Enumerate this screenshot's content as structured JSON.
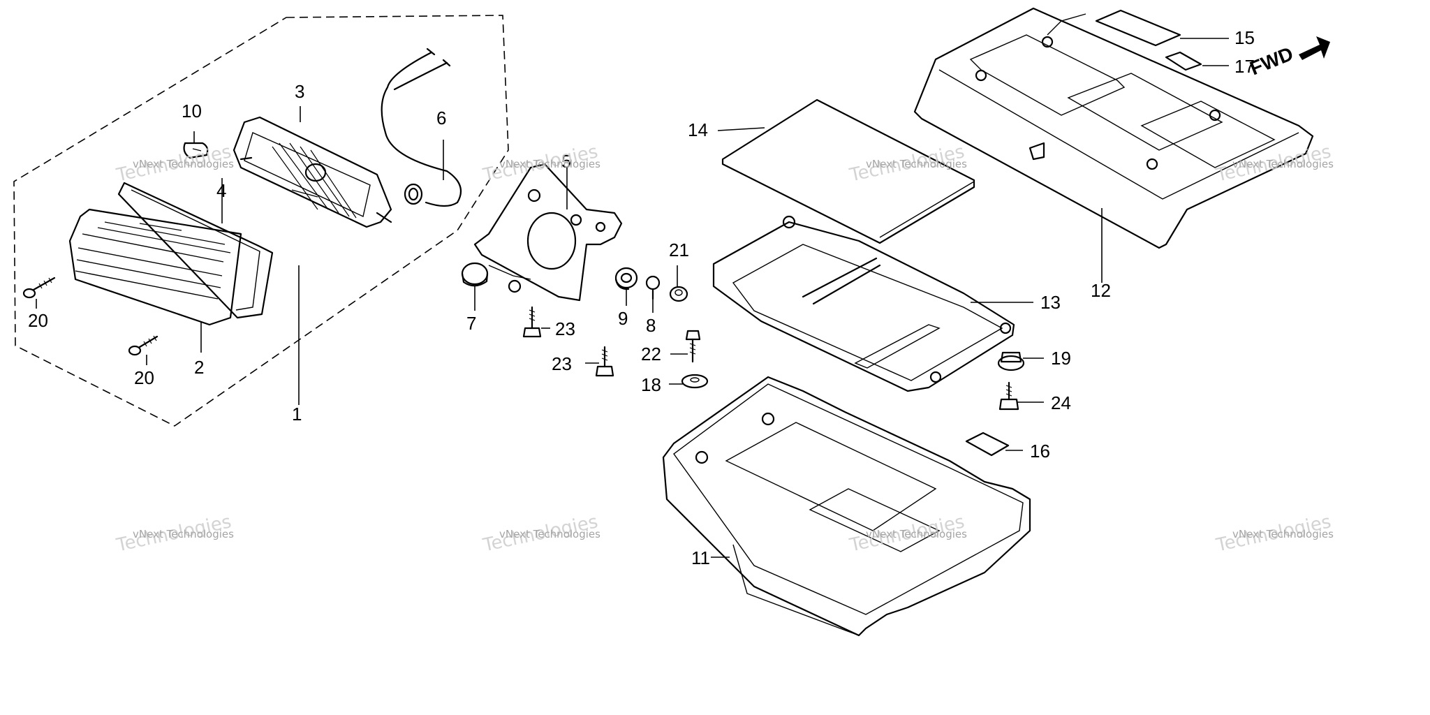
{
  "callouts": {
    "c1": "1",
    "c2": "2",
    "c3": "3",
    "c4": "4",
    "c5": "5",
    "c6": "6",
    "c7": "7",
    "c8": "8",
    "c9": "9",
    "c10": "10",
    "c11": "11",
    "c12": "12",
    "c13": "13",
    "c14": "14",
    "c15": "15",
    "c16": "16",
    "c17": "17",
    "c18": "18",
    "c19": "19",
    "c20a": "20",
    "c20b": "20",
    "c21": "21",
    "c22": "22",
    "c23a": "23",
    "c23b": "23",
    "c24": "24"
  },
  "direction_label": "FWD",
  "watermark": {
    "top": "vNext Technologies",
    "big": "Technologies",
    "small": "vNext"
  }
}
